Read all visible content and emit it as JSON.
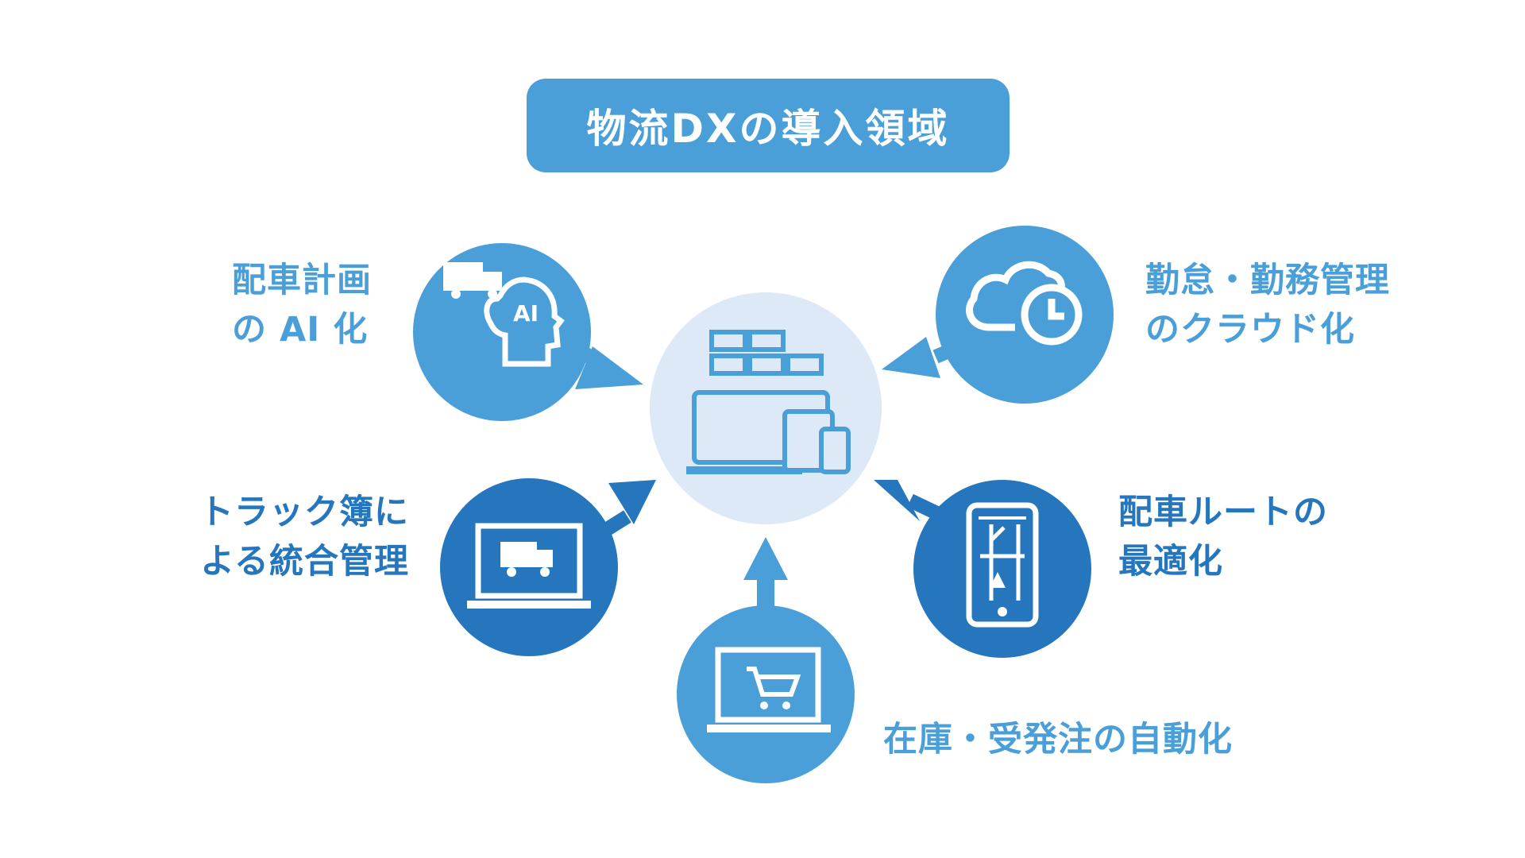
{
  "title": "物流DXの導入領域",
  "colors": {
    "light_blue": "#4b9fd9",
    "dark_blue": "#2676be",
    "center_fill": "#dde9f7"
  },
  "center": {
    "icon": "logistics-devices-icon"
  },
  "items": [
    {
      "id": "ai",
      "lines": [
        "配車計画",
        "の AI 化"
      ],
      "icon": "truck-ai-head-icon",
      "color": "light"
    },
    {
      "id": "cloud",
      "lines": [
        "勤怠・勤務管理",
        "のクラウド化"
      ],
      "icon": "cloud-clock-icon",
      "color": "light"
    },
    {
      "id": "truck",
      "lines": [
        "トラック簿に",
        "よる統合管理"
      ],
      "icon": "laptop-truck-icon",
      "color": "dark"
    },
    {
      "id": "route",
      "lines": [
        "配車ルートの",
        "最適化"
      ],
      "icon": "smartphone-map-icon",
      "color": "dark"
    },
    {
      "id": "inventory",
      "lines": [
        "在庫・受発注の自動化"
      ],
      "icon": "laptop-cart-icon",
      "color": "light"
    }
  ]
}
